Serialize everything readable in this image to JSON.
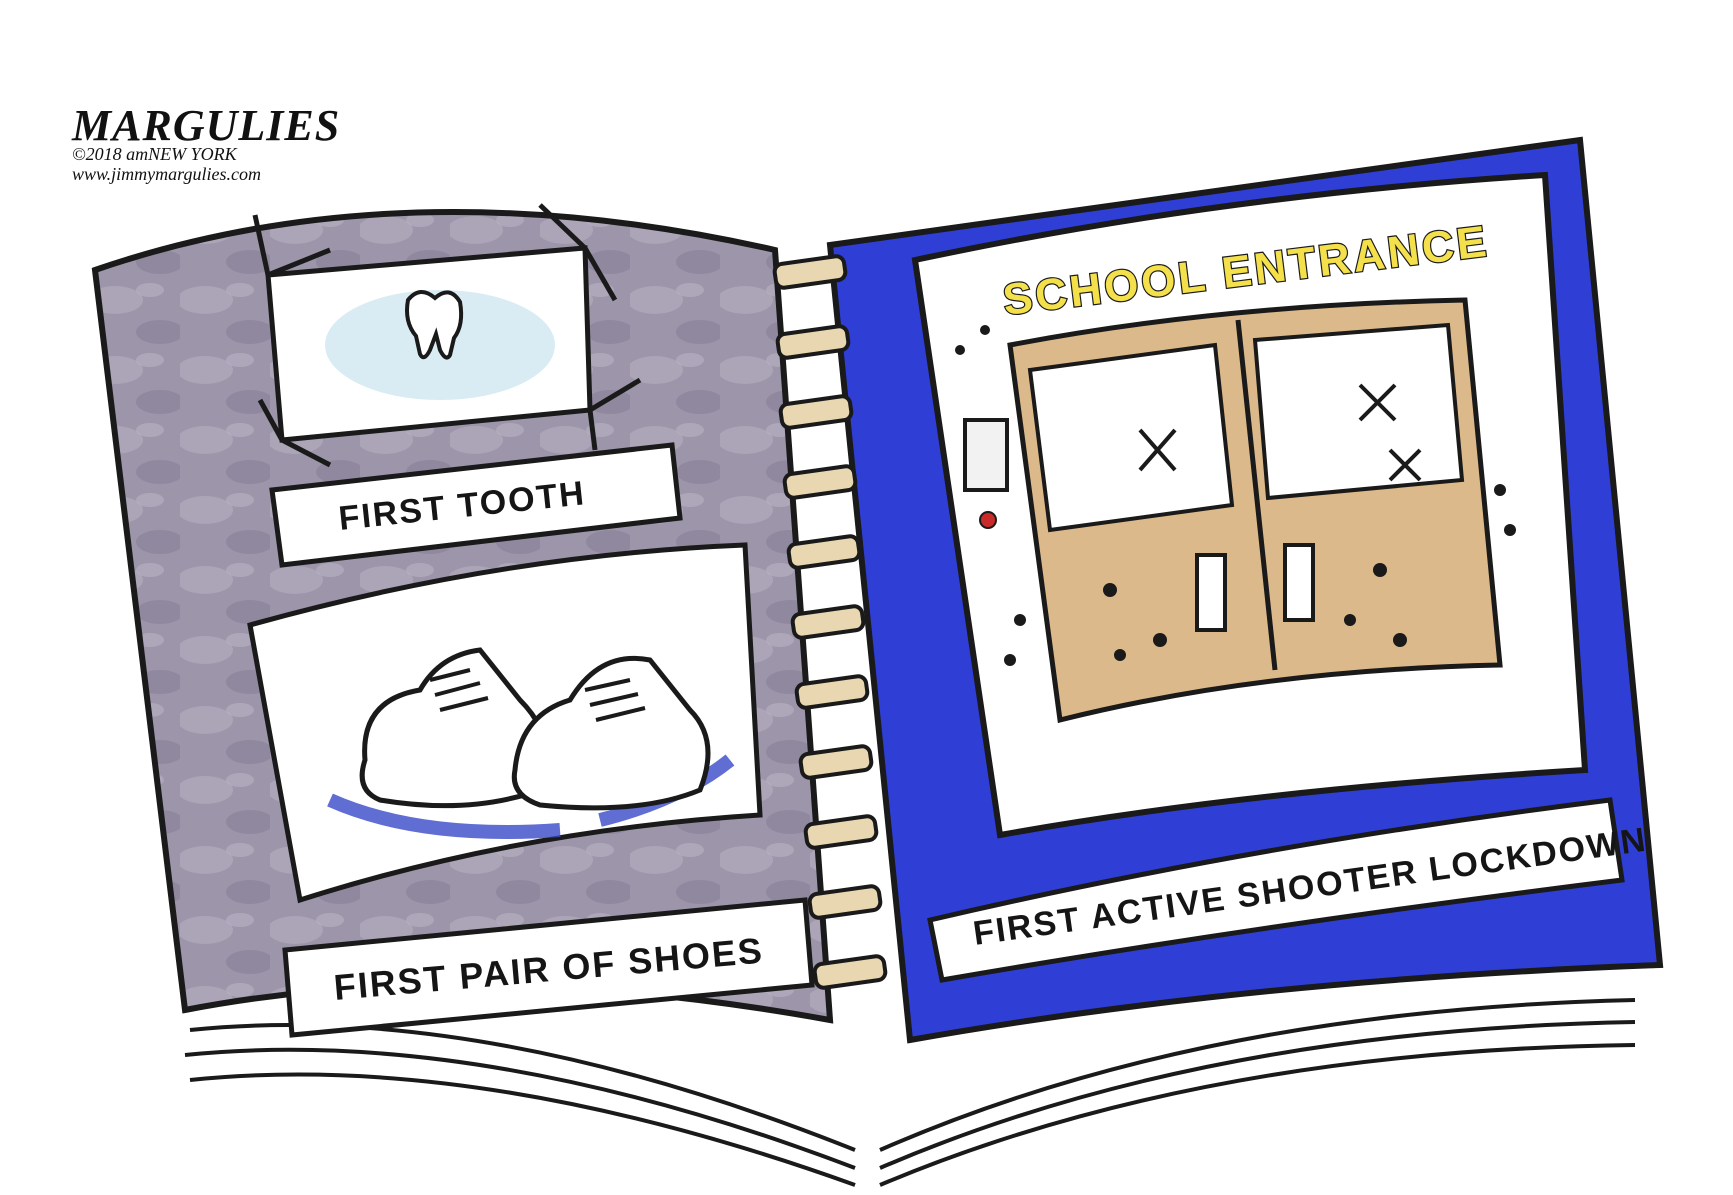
{
  "signature": {
    "name": "MARGULIES",
    "copyright": "©2018 amNEW YORK",
    "website": "www.jimmymargulies.com"
  },
  "left_page": {
    "tooth_caption": "FIRST TOOTH",
    "shoes_caption": "FIRST PAIR OF SHOES"
  },
  "right_page": {
    "sign": "SCHOOL ENTRANCE",
    "caption": "FIRST ACTIVE SHOOTER LOCKDOWN"
  },
  "colors": {
    "left_page": "#9b93a8",
    "right_page": "#2f3fd6",
    "door": "#dcb98a",
    "rings": "#e8d7b0",
    "sign": "#f4e04a"
  },
  "icons": [
    "tooth-icon",
    "shoes-icon",
    "door-icon",
    "alarm-box-icon"
  ]
}
